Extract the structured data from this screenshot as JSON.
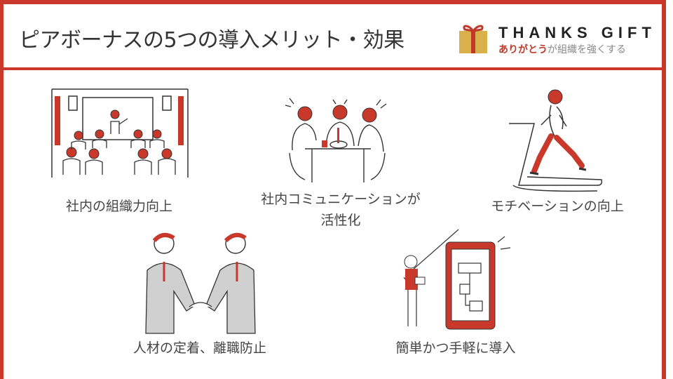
{
  "header": {
    "title": "ピアボーナスの5つの導入メリット・効果",
    "logo": {
      "name": "THANKS GIFT",
      "tagline_accent": "ありがとう",
      "tagline_rest": "が組織を強くする"
    }
  },
  "colors": {
    "accent": "#c8392b",
    "text": "#444444",
    "line": "#333333",
    "gray": "#bfbfbf"
  },
  "benefits": [
    {
      "label": "社内の組織力向上",
      "icon": "presentation-audience-icon"
    },
    {
      "label_line1": "社内コミュニケーションが",
      "label_line2": "活性化",
      "icon": "team-conversation-icon"
    },
    {
      "label": "モチベーションの向上",
      "icon": "treadmill-runner-icon"
    },
    {
      "label": "人材の定着、離職防止",
      "icon": "handshake-icon"
    },
    {
      "label": "簡単かつ手軽に導入",
      "icon": "tablet-presenter-icon"
    }
  ]
}
